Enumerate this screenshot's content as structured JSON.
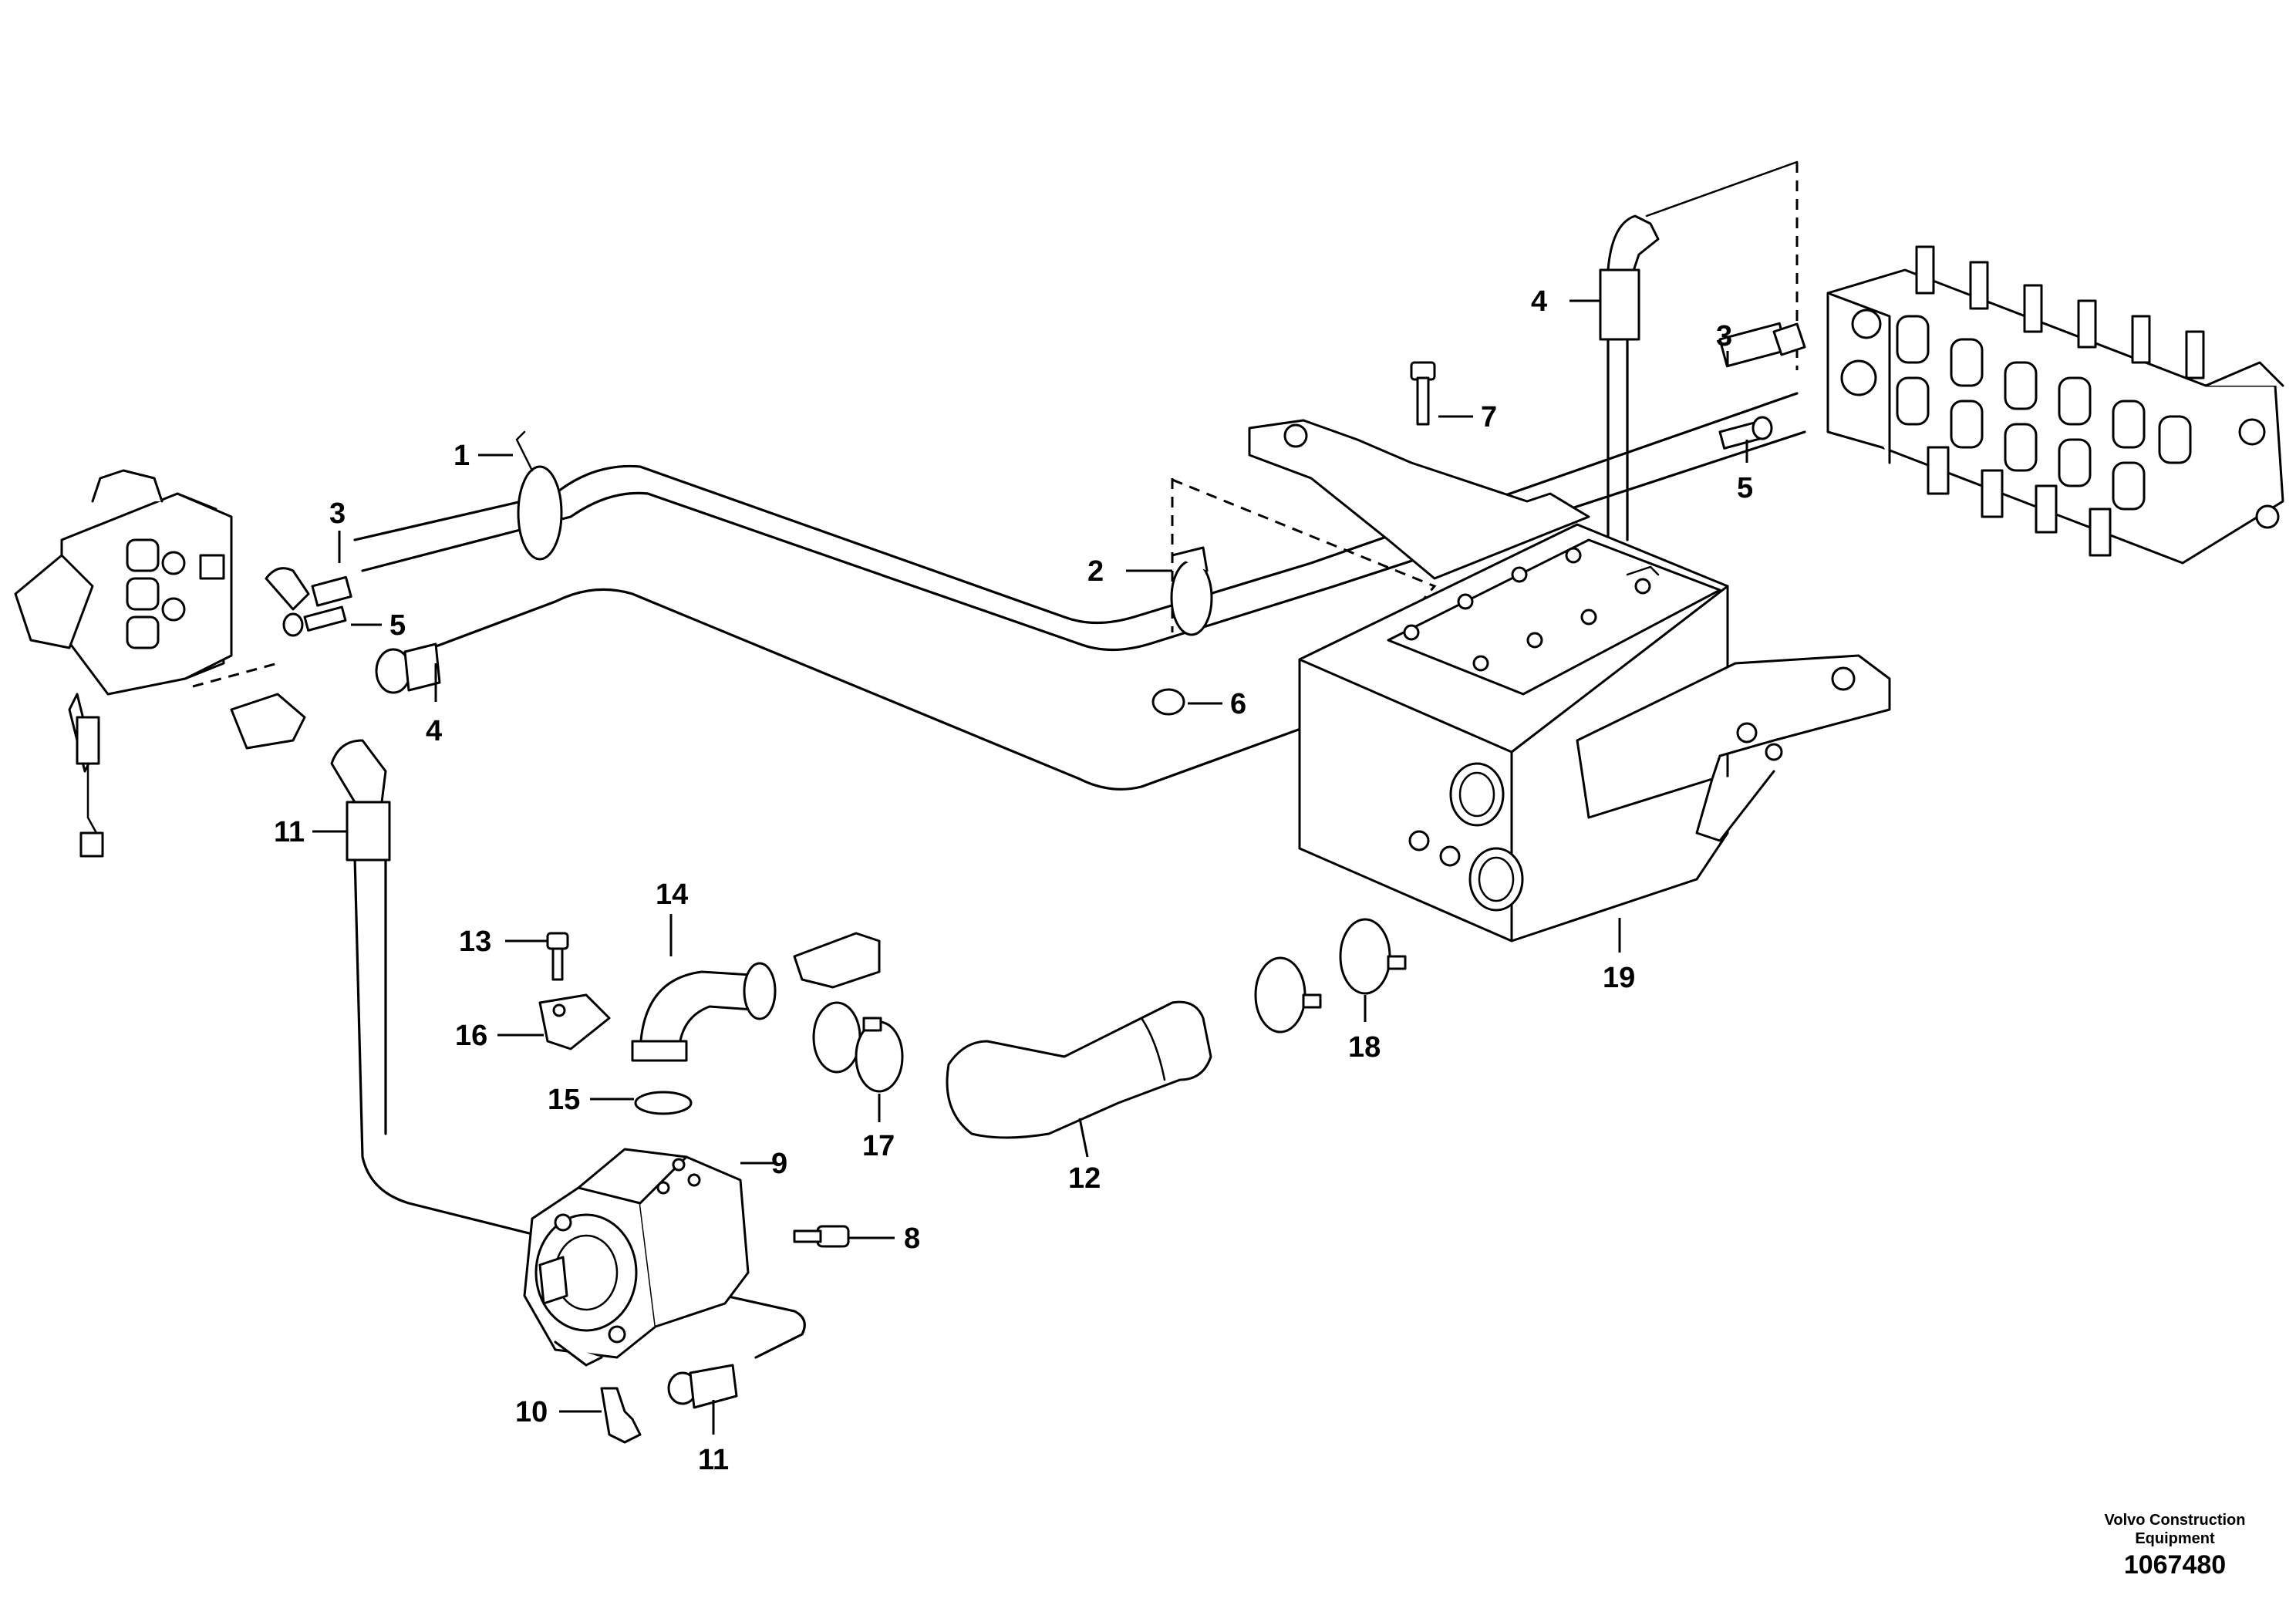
{
  "callouts": [
    {
      "text": "1"
    },
    {
      "text": "2"
    },
    {
      "text": "3"
    },
    {
      "text": "3"
    },
    {
      "text": "4"
    },
    {
      "text": "4"
    },
    {
      "text": "5"
    },
    {
      "text": "5"
    },
    {
      "text": "6"
    },
    {
      "text": "7"
    },
    {
      "text": "8"
    },
    {
      "text": "9"
    },
    {
      "text": "10"
    },
    {
      "text": "11"
    },
    {
      "text": "11"
    },
    {
      "text": "12"
    },
    {
      "text": "13"
    },
    {
      "text": "14"
    },
    {
      "text": "15"
    },
    {
      "text": "16"
    },
    {
      "text": "17"
    },
    {
      "text": "18"
    },
    {
      "text": "19"
    }
  ],
  "footer": {
    "brand_line1": "Volvo Construction",
    "brand_line2": "Equipment",
    "drawing_number": "1067480"
  },
  "icons": [
    "control-valve-left",
    "control-valve-right",
    "hydraulic-tank",
    "hydraulic-pump",
    "suction-hose",
    "hose-clamp",
    "cable-tie",
    "bolt",
    "nut",
    "elbow-fitting"
  ]
}
